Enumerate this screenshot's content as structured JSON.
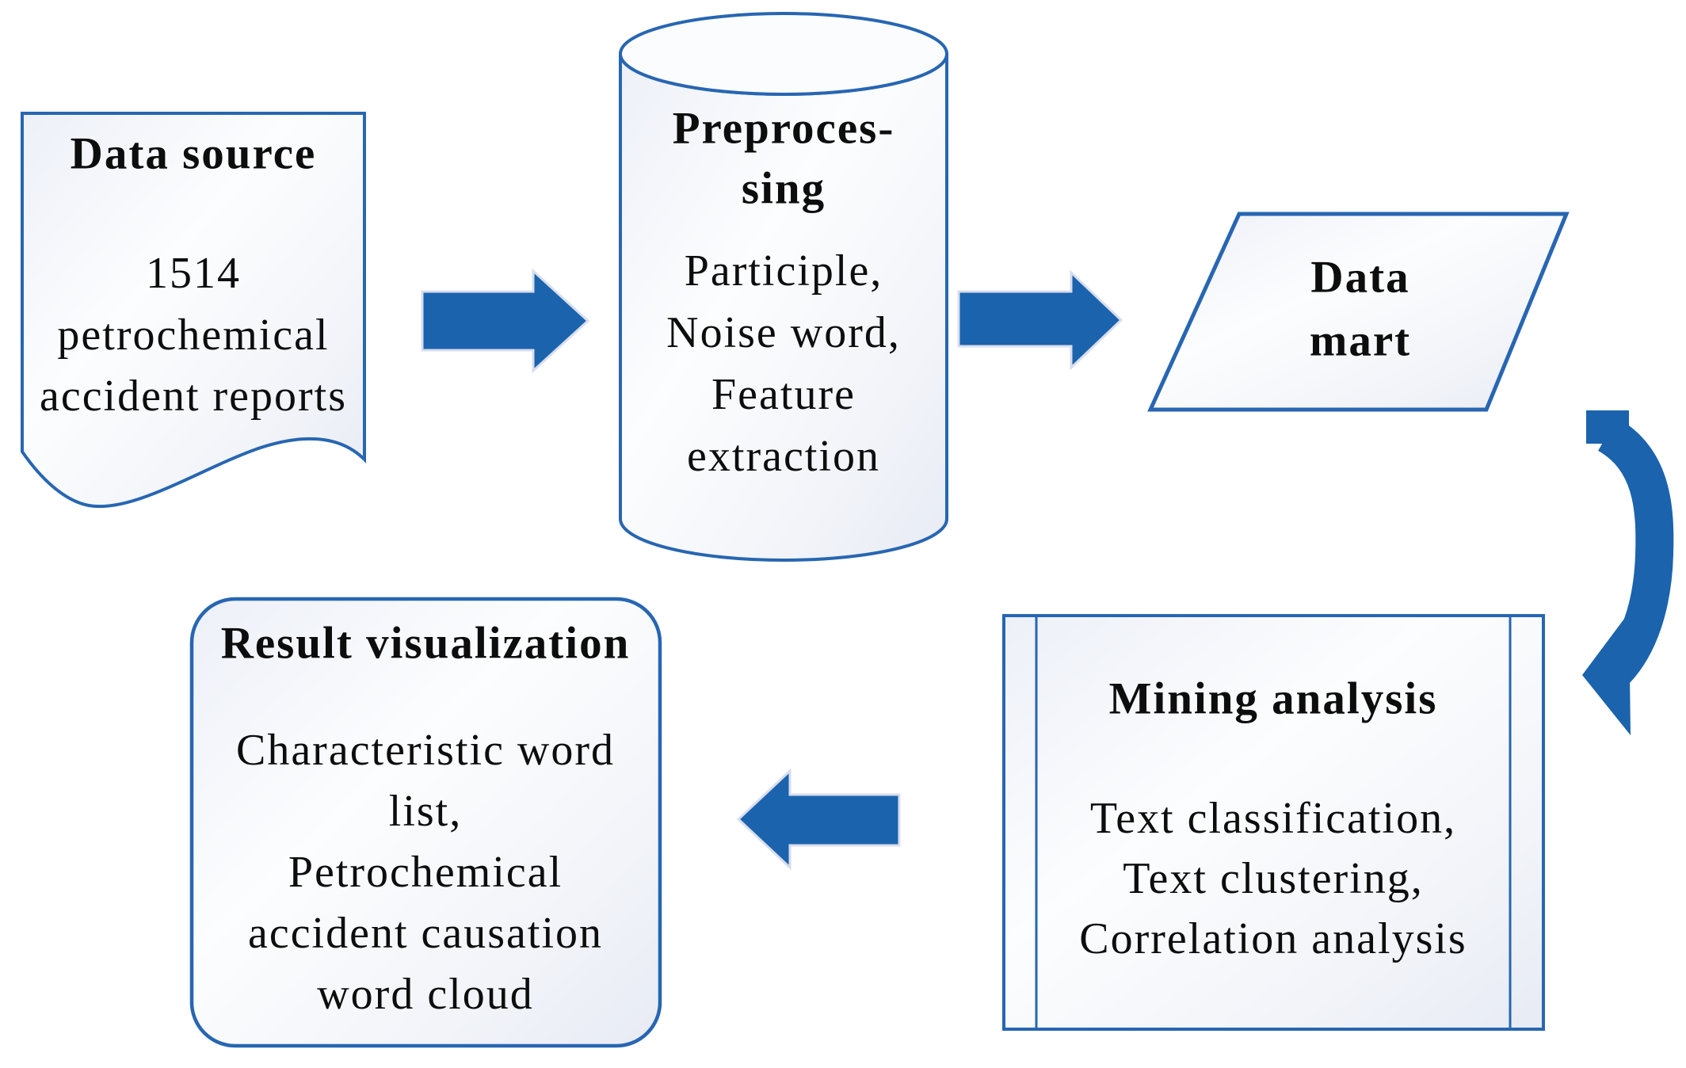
{
  "nodes": {
    "data_source": {
      "title": "Data source",
      "lines": [
        "1514",
        "petrochemical",
        "accident reports"
      ]
    },
    "preprocessing": {
      "title_line1": "Preproces-",
      "title_line2": "sing",
      "lines": [
        "Participle,",
        "Noise word,",
        "Feature",
        "extraction"
      ]
    },
    "data_mart": {
      "title_line1": "Data",
      "title_line2": "mart"
    },
    "mining_analysis": {
      "title": "Mining analysis",
      "lines": [
        "Text classification,",
        "Text clustering,",
        "Correlation analysis"
      ]
    },
    "result_visualization": {
      "title": "Result visualization",
      "lines": [
        "Characteristic word",
        "list,",
        "Petrochemical",
        "accident causation",
        "word cloud"
      ]
    }
  },
  "colors": {
    "arrow_fill": "#1b63ad",
    "shape_border": "#2766b2",
    "shape_fill_light": "#fcfdfe",
    "shape_fill_shade": "#e7ebf4",
    "text": "#0d0d0d",
    "background": "#ffffff"
  }
}
